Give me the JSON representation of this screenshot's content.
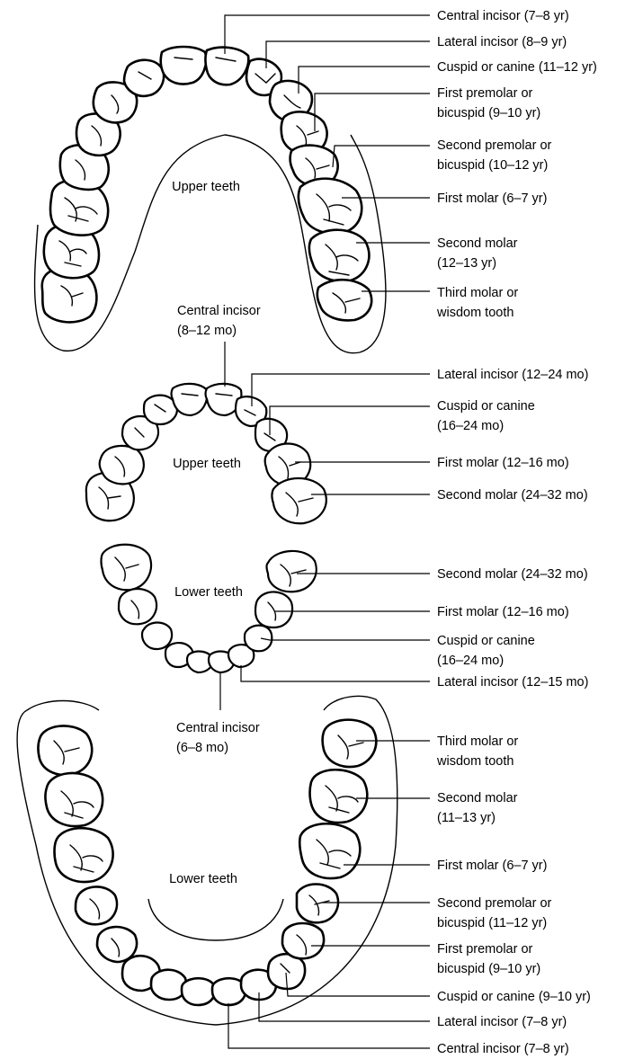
{
  "arches": {
    "permanent_upper": "Upper teeth",
    "primary_upper": "Upper teeth",
    "primary_lower": "Lower teeth",
    "permanent_lower": "Lower teeth"
  },
  "permanent_upper_labels": [
    {
      "lines": [
        "Central incisor (7–8 yr)"
      ]
    },
    {
      "lines": [
        "Lateral incisor (8–9 yr)"
      ]
    },
    {
      "lines": [
        "Cuspid or canine (11–12 yr)"
      ]
    },
    {
      "lines": [
        "First premolar or",
        "bicuspid (9–10 yr)"
      ]
    },
    {
      "lines": [
        "Second premolar or",
        "bicuspid (10–12 yr)"
      ]
    },
    {
      "lines": [
        "First molar (6–7 yr)"
      ]
    },
    {
      "lines": [
        "Second molar",
        "(12–13 yr)"
      ]
    },
    {
      "lines": [
        "Third molar or",
        "wisdom tooth"
      ]
    }
  ],
  "primary_upper_central": {
    "lines": [
      "Central incisor",
      "(8–12 mo)"
    ]
  },
  "primary_upper_labels": [
    {
      "lines": [
        "Lateral incisor (12–24 mo)"
      ]
    },
    {
      "lines": [
        "Cuspid or canine",
        "(16–24 mo)"
      ]
    },
    {
      "lines": [
        "First molar (12–16 mo)"
      ]
    },
    {
      "lines": [
        "Second molar (24–32 mo)"
      ]
    }
  ],
  "primary_lower_labels": [
    {
      "lines": [
        "Second molar (24–32 mo)"
      ]
    },
    {
      "lines": [
        "First molar (12–16 mo)"
      ]
    },
    {
      "lines": [
        "Cuspid or canine",
        "(16–24 mo)"
      ]
    },
    {
      "lines": [
        "Lateral incisor (12–15 mo)"
      ]
    }
  ],
  "primary_lower_central": {
    "lines": [
      "Central incisor",
      "(6–8 mo)"
    ]
  },
  "permanent_lower_labels": [
    {
      "lines": [
        "Third molar or",
        "wisdom tooth"
      ]
    },
    {
      "lines": [
        "Second molar",
        "(11–13 yr)"
      ]
    },
    {
      "lines": [
        "First molar (6–7 yr)"
      ]
    },
    {
      "lines": [
        "Second premolar or",
        "bicuspid (11–12 yr)"
      ]
    },
    {
      "lines": [
        "First premolar or",
        "bicuspid (9–10 yr)"
      ]
    },
    {
      "lines": [
        "Cuspid or canine (9–10 yr)"
      ]
    },
    {
      "lines": [
        "Lateral incisor (7–8 yr)"
      ]
    },
    {
      "lines": [
        "Central incisor (7–8 yr)"
      ]
    }
  ]
}
